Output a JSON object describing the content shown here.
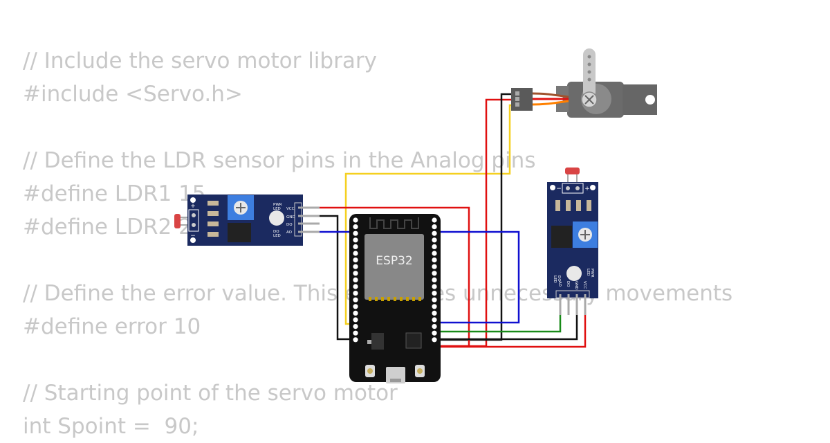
{
  "code_lines": [
    "// Include the servo motor library",
    "#include <Servo.h>",
    "",
    "// Define the LDR sensor pins in the Analog pins",
    "#define LDR1 15",
    "#define LDR2 2",
    "",
    "// Define the error value. This eliminates unnecessary movements",
    "#define error 10",
    "",
    "// Starting point of the servo motor",
    "int Spoint =  90;"
  ],
  "esp32": {
    "label": "ESP32"
  },
  "ldr_left": {
    "pins": [
      "VCC",
      "GND",
      "DO",
      "AO"
    ],
    "pwr_led": [
      "PWR",
      "LED"
    ],
    "do_led": [
      "DO",
      "LED"
    ],
    "plus": "+",
    "minus": "−"
  },
  "ldr_right": {
    "pins": [
      "AO",
      "DO",
      "GND",
      "VCC"
    ],
    "pwr_led": [
      "PWR",
      "LED"
    ],
    "do_led": [
      "DO",
      "LED"
    ],
    "plus": "+",
    "minus": "−"
  },
  "wire_colors": {
    "red": "#e01010",
    "black": "#111111",
    "blue": "#1010d0",
    "yellow": "#f5d020",
    "green": "#188a18",
    "orange": "#ff8000",
    "brown": "#a0522d"
  },
  "board_colors": {
    "esp32_pcb": "#111111",
    "esp32_module": "#888888",
    "sensor_pcb": "#1b2a60",
    "potentiometer": "#3d7ee0",
    "servo_body": "#6b6b6b"
  }
}
